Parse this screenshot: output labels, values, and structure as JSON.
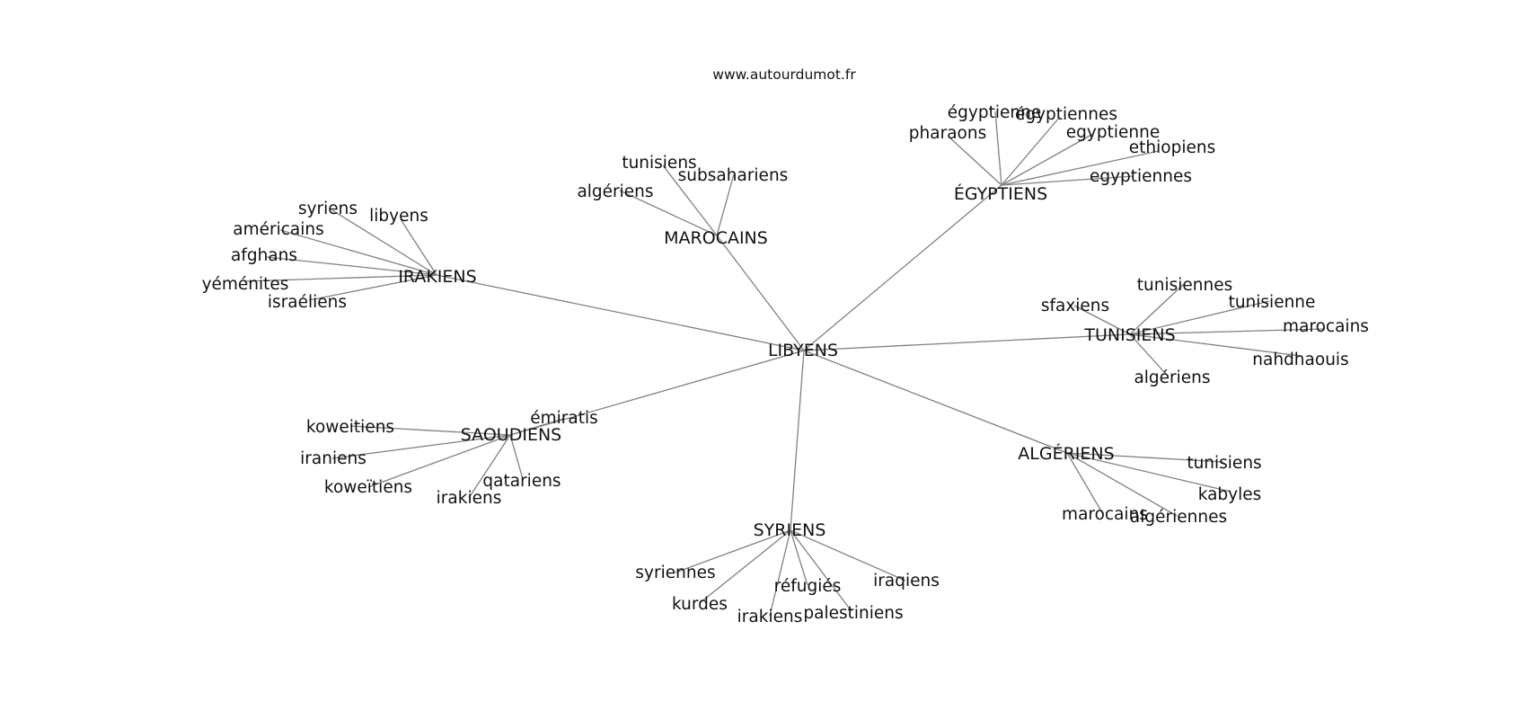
{
  "site": "www.autourdumot.fr",
  "graph": {
    "center": "LIBYENS",
    "hubs": [
      {
        "id": "egyptiens",
        "label": "ÉGYPTIENS",
        "leaves": [
          {
            "id": "egyptienne_acc",
            "label": "égyptienne"
          },
          {
            "id": "egyptiennes_acc",
            "label": "égyptiennes"
          },
          {
            "id": "pharaons",
            "label": "pharaons"
          },
          {
            "id": "egyptienne",
            "label": "egyptienne"
          },
          {
            "id": "ethiopiens",
            "label": "ethiopiens"
          },
          {
            "id": "egyptiennes",
            "label": "egyptiennes"
          }
        ]
      },
      {
        "id": "marocains",
        "label": "MAROCAINS",
        "leaves": [
          {
            "id": "tunisiens",
            "label": "tunisiens"
          },
          {
            "id": "subsahariens",
            "label": "subsahariens"
          },
          {
            "id": "algeriens",
            "label": "algériens"
          }
        ]
      },
      {
        "id": "irakiens",
        "label": "IRAKIENS",
        "leaves": [
          {
            "id": "syriens",
            "label": "syriens"
          },
          {
            "id": "libyens",
            "label": "libyens"
          },
          {
            "id": "americains",
            "label": "américains"
          },
          {
            "id": "afghans",
            "label": "afghans"
          },
          {
            "id": "yemenites",
            "label": "yéménites"
          },
          {
            "id": "israeliens",
            "label": "israéliens"
          }
        ]
      },
      {
        "id": "tunisiens",
        "label": "TUNISIENS",
        "leaves": [
          {
            "id": "tunisiennes",
            "label": "tunisiennes"
          },
          {
            "id": "tunisienne",
            "label": "tunisienne"
          },
          {
            "id": "sfaxiens",
            "label": "sfaxiens"
          },
          {
            "id": "marocains",
            "label": "marocains"
          },
          {
            "id": "nahdhaouis",
            "label": "nahdhaouis"
          },
          {
            "id": "algeriens",
            "label": "algériens"
          }
        ]
      },
      {
        "id": "saoudiens",
        "label": "SAOUDIENS",
        "leaves": [
          {
            "id": "emiratis",
            "label": "émiratis"
          },
          {
            "id": "koweitiens",
            "label": "koweitiens"
          },
          {
            "id": "iraniens",
            "label": "iraniens"
          },
          {
            "id": "koweitiens_trema",
            "label": "koweïtiens"
          },
          {
            "id": "qatariens",
            "label": "qatariens"
          },
          {
            "id": "irakiens",
            "label": "irakiens"
          }
        ]
      },
      {
        "id": "algeriens",
        "label": "ALGÉRIENS",
        "leaves": [
          {
            "id": "tunisiens",
            "label": "tunisiens"
          },
          {
            "id": "kabyles",
            "label": "kabyles"
          },
          {
            "id": "marocains",
            "label": "marocains"
          },
          {
            "id": "algeriennes",
            "label": "algériennes"
          }
        ]
      },
      {
        "id": "syriens",
        "label": "SYRIENS",
        "leaves": [
          {
            "id": "syriennes",
            "label": "syriennes"
          },
          {
            "id": "kurdes",
            "label": "kurdes"
          },
          {
            "id": "refugies",
            "label": "réfugiés"
          },
          {
            "id": "iraqiens",
            "label": "iraqiens"
          },
          {
            "id": "irakiens",
            "label": "irakiens"
          },
          {
            "id": "palestiniens",
            "label": "palestiniens"
          }
        ]
      }
    ]
  },
  "colors": {
    "edge": "#808080",
    "text": "#111111",
    "background": "#ffffff"
  }
}
